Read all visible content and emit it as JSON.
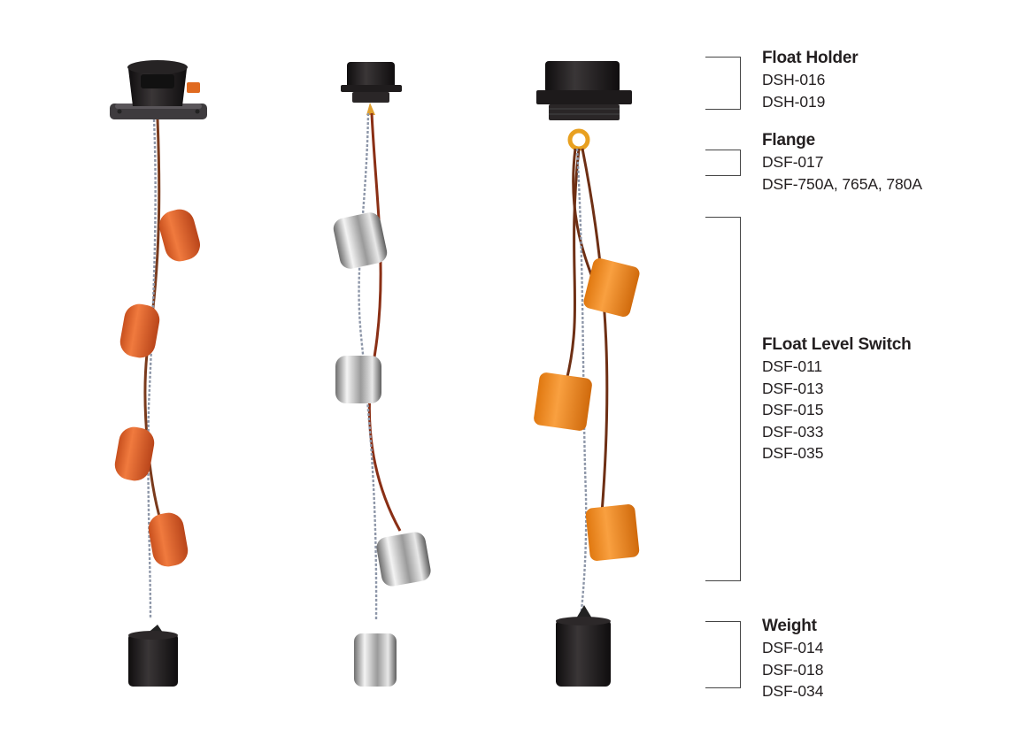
{
  "groups": [
    {
      "title": "Float Holder",
      "items": [
        "DSH-016",
        "DSH-019"
      ]
    },
    {
      "title": "Flange",
      "items": [
        "DSF-017",
        "DSF-750A, 765A, 780A"
      ]
    },
    {
      "title": "FLoat Level Switch",
      "items": [
        "DSF-011",
        "DSF-013",
        "DSF-015",
        "DSF-033",
        "DSF-035"
      ]
    },
    {
      "title": "Weight",
      "items": [
        "DSF-014",
        "DSF-018",
        "DSF-034"
      ]
    }
  ],
  "colors": {
    "orange_float": "#e2652a",
    "yellow_orange_float": "#f08a1e",
    "steel_float": "#c9c9c9",
    "black_part": "#1d1a1b",
    "brown_wire": "#7a3a1c",
    "text": "#231f20"
  }
}
